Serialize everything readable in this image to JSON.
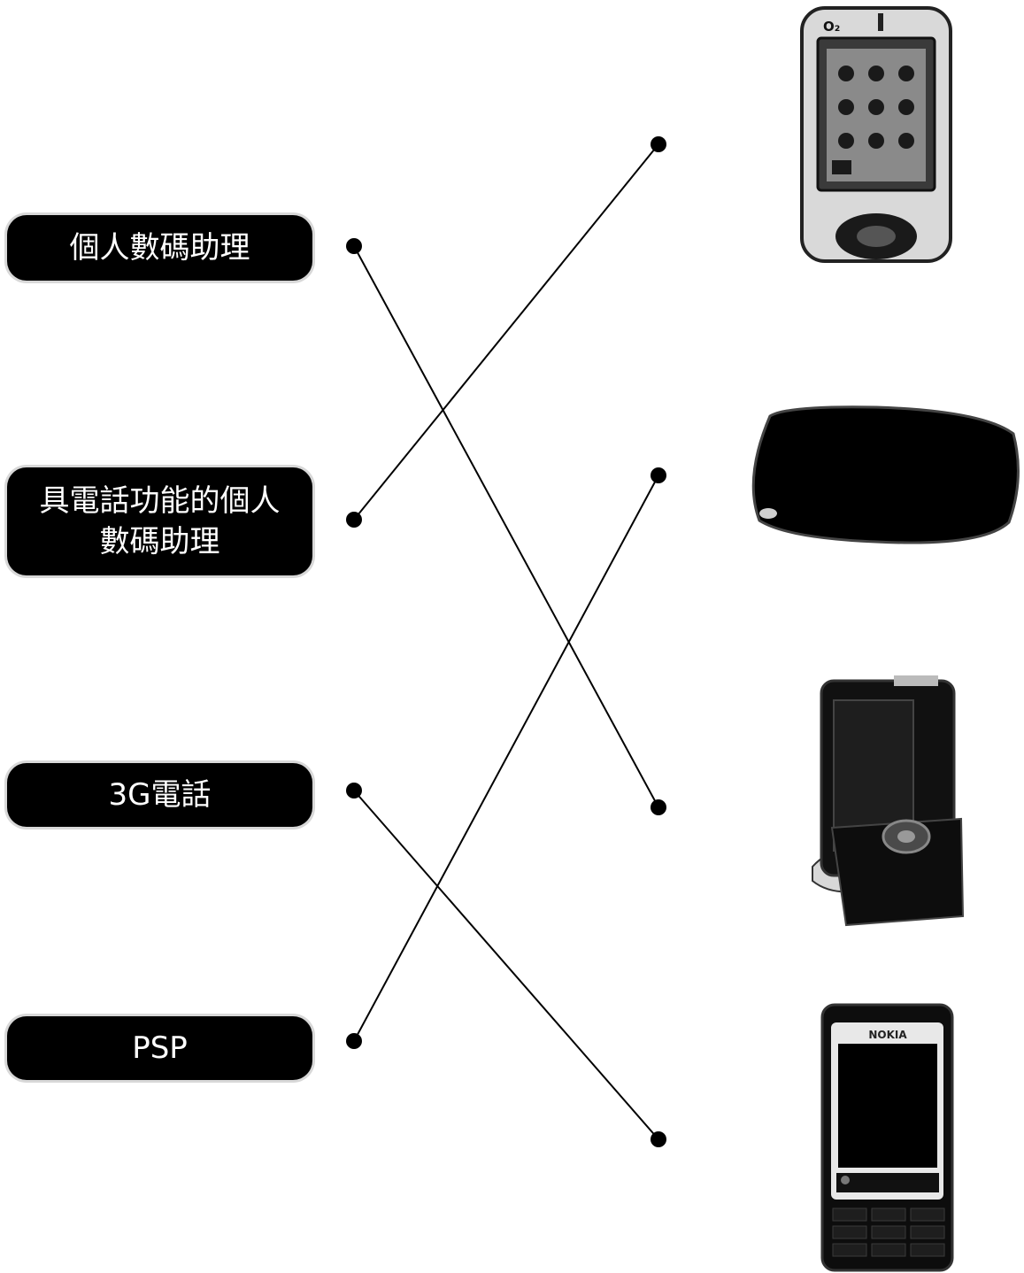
{
  "labels": [
    {
      "text": "個人數碼助理"
    },
    {
      "text": "具電話功能的個人\n數碼助理"
    },
    {
      "text": "3G電話"
    },
    {
      "text": "PSP"
    }
  ],
  "devices": [
    {
      "name": "pda-phone",
      "logo": "O₂"
    },
    {
      "name": "psp",
      "logo": ""
    },
    {
      "name": "pda",
      "logo": ""
    },
    {
      "name": "3g-phone",
      "logo": "NOKIA"
    }
  ],
  "connections": [
    {
      "from": "個人數碼助理",
      "to": "pda"
    },
    {
      "from": "具電話功能的個人\n數碼助理",
      "to": "pda-phone"
    },
    {
      "from": "3G電話",
      "to": "3g-phone"
    },
    {
      "from": "PSP",
      "to": "psp"
    }
  ],
  "colors": {
    "line": "#000000",
    "label_bg": "#000000",
    "label_text": "#ffffff"
  }
}
